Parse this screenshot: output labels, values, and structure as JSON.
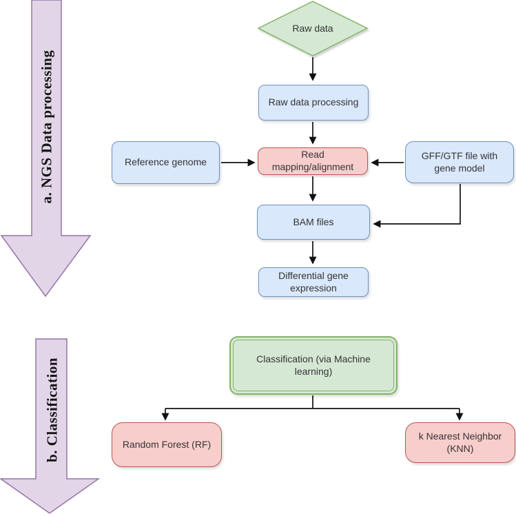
{
  "sections": {
    "a": {
      "label": "a. NGS Data processing"
    },
    "b": {
      "label": "b. Classification"
    }
  },
  "nodes": {
    "raw_data": {
      "label": "Raw data",
      "shape": "diamond",
      "color": "green"
    },
    "raw_data_processing": {
      "label": "Raw data processing",
      "shape": "rounded-rect",
      "color": "blue"
    },
    "reference_genome": {
      "label": "Reference genome",
      "shape": "rounded-rect",
      "color": "blue"
    },
    "read_mapping": {
      "label": "Read mapping/alignment",
      "shape": "rounded-rect",
      "color": "red"
    },
    "gff_gtf": {
      "label": "GFF/GTF file with gene model",
      "shape": "rounded-rect",
      "color": "blue"
    },
    "bam_files": {
      "label": "BAM files",
      "shape": "rounded-rect",
      "color": "blue"
    },
    "diff_expr": {
      "label": "Differential gene expression",
      "shape": "rounded-rect",
      "color": "blue"
    },
    "classification": {
      "label": "Classification (via Machine learning)",
      "shape": "rounded-rect-double",
      "color": "green"
    },
    "random_forest": {
      "label": "Random Forest (RF)",
      "shape": "rounded-rect",
      "color": "red"
    },
    "knn": {
      "label": "k Nearest Neighbor (KNN)",
      "shape": "rounded-rect",
      "color": "red"
    }
  },
  "edges": [
    {
      "from": "raw_data",
      "to": "raw_data_processing"
    },
    {
      "from": "raw_data_processing",
      "to": "read_mapping"
    },
    {
      "from": "reference_genome",
      "to": "read_mapping"
    },
    {
      "from": "gff_gtf",
      "to": "read_mapping"
    },
    {
      "from": "read_mapping",
      "to": "bam_files"
    },
    {
      "from": "gff_gtf",
      "to": "bam_files"
    },
    {
      "from": "bam_files",
      "to": "diff_expr"
    },
    {
      "from": "classification",
      "to": "random_forest"
    },
    {
      "from": "classification",
      "to": "knn"
    }
  ],
  "palette": {
    "blue_fill": "#dae8fc",
    "blue_stroke": "#6c8ebf",
    "red_fill": "#f8cecc",
    "red_stroke": "#b85450",
    "green_fill": "#d5e8d4",
    "green_stroke": "#82b366",
    "purple_fill": "#e1d5e7",
    "purple_stroke": "#9673a6",
    "connector": "#111111",
    "text": "#333333",
    "background": "#ffffff"
  }
}
